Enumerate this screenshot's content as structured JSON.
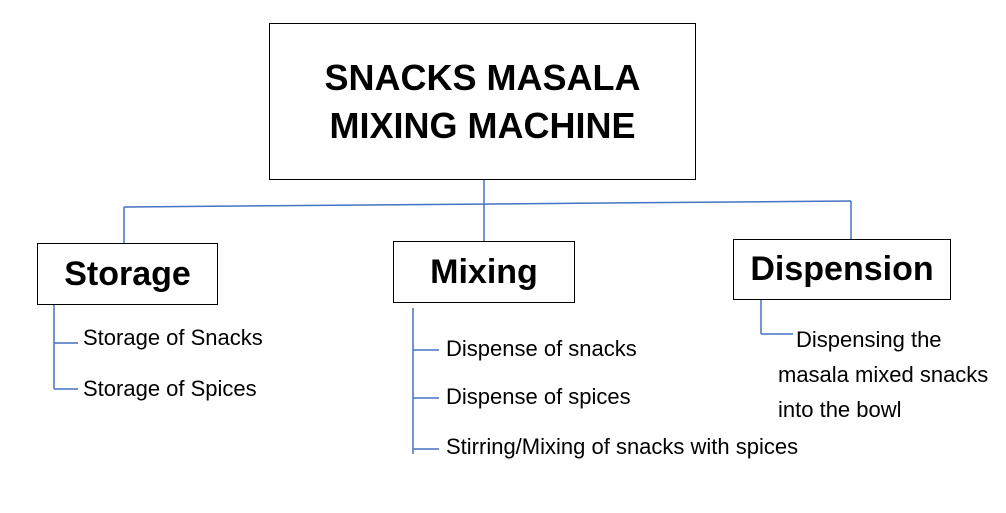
{
  "title_lines": [
    "SNACKS MASALA",
    "MIXING MACHINE"
  ],
  "storage": {
    "label": "Storage",
    "items": [
      "Storage of Snacks",
      "Storage of Spices"
    ]
  },
  "mixing": {
    "label": "Mixing",
    "items": [
      "Dispense of snacks",
      "Dispense of spices",
      "Stirring/Mixing of snacks with spices"
    ]
  },
  "dispension": {
    "label": "Dispension",
    "description_lines": [
      "Dispensing the",
      "masala mixed snacks",
      "into the bowl"
    ]
  },
  "colors": {
    "connector": "#4472C4",
    "border": "#000000"
  }
}
